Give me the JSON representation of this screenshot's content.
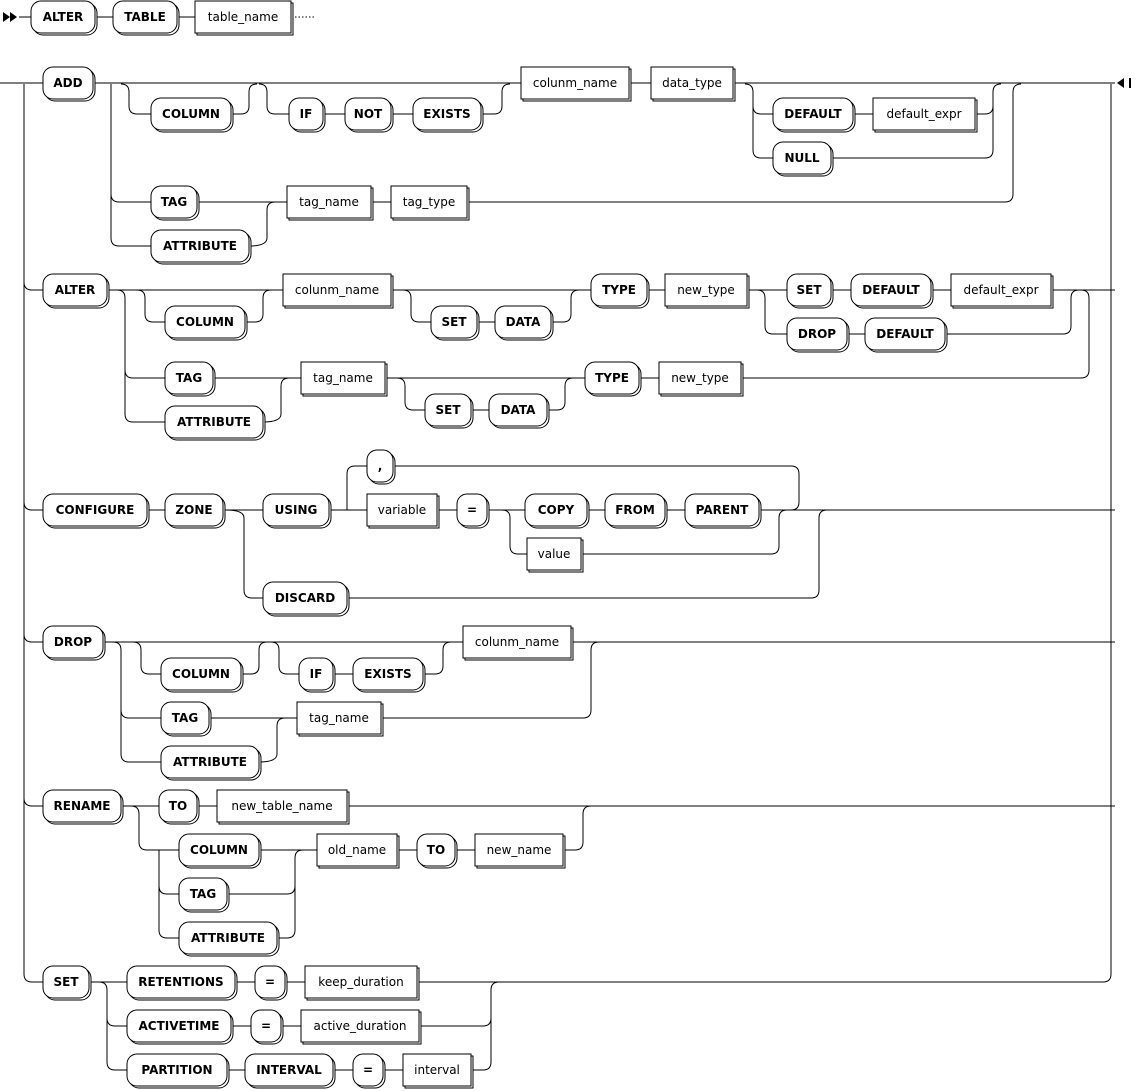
{
  "start": {
    "keywords": [
      "ALTER",
      "TABLE"
    ],
    "table": "table_name"
  },
  "add": {
    "keyword": "ADD",
    "column_opt": "COLUMN",
    "if_not_exists": [
      "IF",
      "NOT",
      "EXISTS"
    ],
    "column_name": "colunm_name",
    "data_type": "data_type",
    "default_kw": "DEFAULT",
    "default_expr": "default_expr",
    "null_kw": "NULL",
    "tag_kw": "TAG",
    "attribute_kw": "ATTRIBUTE",
    "tag_name": "tag_name",
    "tag_type": "tag_type"
  },
  "alter": {
    "keyword": "ALTER",
    "column_opt": "COLUMN",
    "column_name": "colunm_name",
    "set_kw": "SET",
    "data_kw": "DATA",
    "type_kw": "TYPE",
    "new_type": "new_type",
    "default_set": "SET",
    "default_kw": "DEFAULT",
    "default_expr": "default_expr",
    "drop_kw": "DROP",
    "drop_default": "DEFAULT",
    "tag_kw": "TAG",
    "attribute_kw": "ATTRIBUTE",
    "tag_name": "tag_name",
    "tag_set": "SET",
    "tag_data": "DATA",
    "tag_type_kw": "TYPE",
    "tag_new_type": "new_type"
  },
  "configure": {
    "keyword": "CONFIGURE",
    "zone_kw": "ZONE",
    "using_kw": "USING",
    "comma": ",",
    "variable": "variable",
    "equals": "=",
    "copy_kw": "COPY",
    "from_kw": "FROM",
    "parent_kw": "PARENT",
    "value": "value",
    "discard_kw": "DISCARD"
  },
  "drop": {
    "keyword": "DROP",
    "column_opt": "COLUMN",
    "if_kw": "IF",
    "exists_kw": "EXISTS",
    "column_name": "colunm_name",
    "tag_kw": "TAG",
    "attribute_kw": "ATTRIBUTE",
    "tag_name": "tag_name"
  },
  "rename": {
    "keyword": "RENAME",
    "to_kw": "TO",
    "new_table_name": "new_table_name",
    "column_kw": "COLUMN",
    "tag_kw": "TAG",
    "attribute_kw": "ATTRIBUTE",
    "old_name": "old_name",
    "to_kw2": "TO",
    "new_name": "new_name"
  },
  "set": {
    "keyword": "SET",
    "retentions_kw": "RETENTIONS",
    "eq1": "=",
    "keep_duration": "keep_duration",
    "activetime_kw": "ACTIVETIME",
    "eq2": "=",
    "active_duration": "active_duration",
    "partition_kw": "PARTITION",
    "interval_kw": "INTERVAL",
    "eq3": "=",
    "interval": "interval"
  }
}
